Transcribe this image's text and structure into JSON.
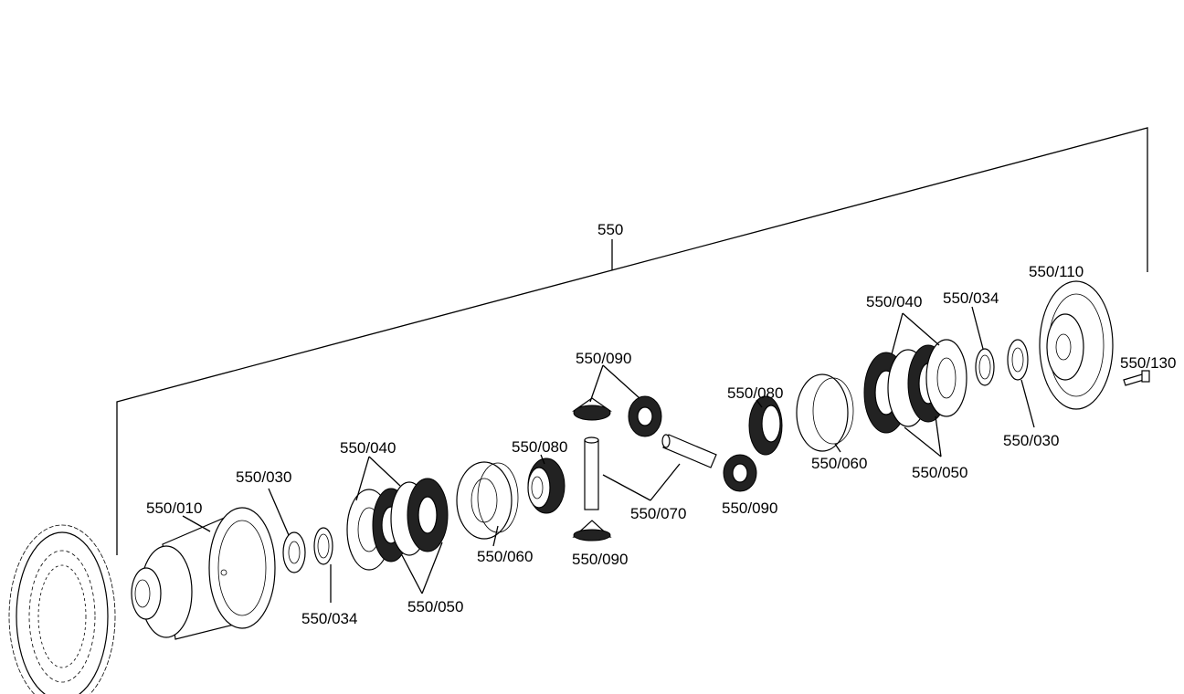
{
  "diagram": {
    "assembly_label": "550",
    "labels": {
      "housing": "550/010",
      "thrust_washer_left": "550/030",
      "shim_left": "550/034",
      "outer_discs_left": "550/040",
      "inner_discs_left": "550/050",
      "pressure_ring_left": "550/060",
      "side_gear_left": "550/080",
      "pinion_top_left": "550/090",
      "pinion_bottom": "550/090",
      "cross_shaft": "550/070",
      "pinion_right": "550/090",
      "side_gear_right": "550/080",
      "pressure_ring_right": "550/060",
      "outer_discs_right": "550/040",
      "inner_discs_right": "550/050",
      "shim_right": "550/034",
      "thrust_washer_right": "550/030",
      "cover": "550/110",
      "bolt": "550/130"
    }
  }
}
